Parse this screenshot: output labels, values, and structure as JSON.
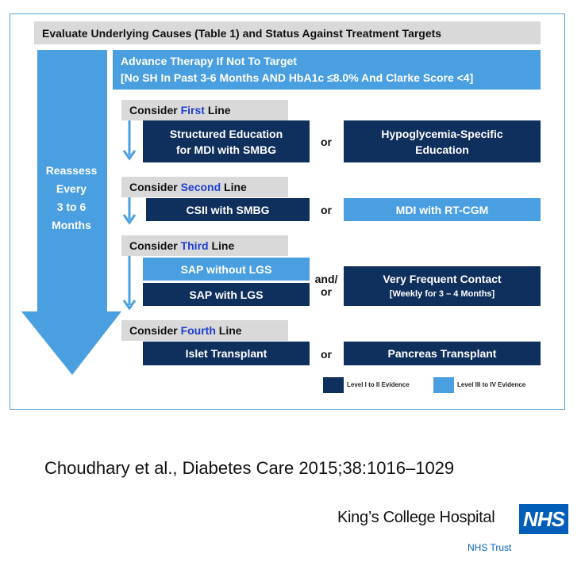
{
  "header": {
    "text": "Evaluate Underlying Causes (Table 1) and Status Against Treatment Targets"
  },
  "advance": {
    "line1": "Advance Therapy If Not To Target",
    "line2": "[No SH In Past 3-6 Months AND HbA1c ≤8.0% And Clarke Score <4]"
  },
  "reassess": {
    "line1": "Reassess",
    "line2": "Every",
    "line3": "3 to 6",
    "line4": "Months"
  },
  "lines": {
    "first": {
      "prefix": "Consider ",
      "ordinal": "First",
      "suffix": " Line",
      "left_line1": "Structured Education",
      "left_line2": "for MDI with SMBG",
      "connector": "or",
      "right_line1": "Hypoglycemia-Specific",
      "right_line2": "Education"
    },
    "second": {
      "prefix": "Consider ",
      "ordinal": "Second",
      "suffix": " Line",
      "left": "CSII with SMBG",
      "connector": "or",
      "right": "MDI with RT-CGM"
    },
    "third": {
      "prefix": "Consider ",
      "ordinal": "Third",
      "suffix": " Line",
      "left_top": "SAP without LGS",
      "left_bottom": "SAP with LGS",
      "connector_line1": "and/",
      "connector_line2": "or",
      "right_line1": "Very Frequent Contact",
      "right_line2": "[Weekly for 3 – 4 Months]"
    },
    "fourth": {
      "prefix": "Consider ",
      "ordinal": "Fourth",
      "suffix": " Line",
      "left": "Islet Transplant",
      "connector": "or",
      "right": "Pancreas Transplant"
    }
  },
  "legend": {
    "dark_label": "Level I to II Evidence",
    "light_label": "Level III to IV Evidence"
  },
  "colors": {
    "dark": "#0f2f5c",
    "light": "#4a9fe0",
    "gray": "#d9d9d9",
    "ordinal": "#1f3fd0",
    "nhs_blue": "#005eb8"
  },
  "citation": "Choudhary et al., Diabetes Care 2015;38:1016–1029",
  "logo": {
    "name": "King’s College Hospital",
    "badge": "NHS",
    "trust": "NHS Trust"
  }
}
